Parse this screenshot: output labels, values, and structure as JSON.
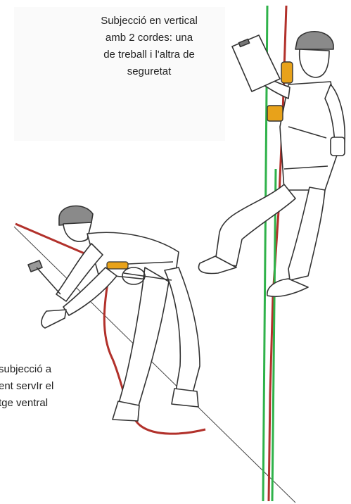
{
  "captions": {
    "vertical": [
      "Subjecció en vertical",
      "amb 2 cordes: una",
      "de treball i l'altra de",
      "seguretat"
    ],
    "slope": [
      "subjecció a",
      "ent servIr el",
      "tge ventral"
    ]
  },
  "colors": {
    "work_rope": "#2fb24a",
    "safety_rope": "#b2312b",
    "device": "#e8a21a",
    "line_art": "#333333"
  }
}
